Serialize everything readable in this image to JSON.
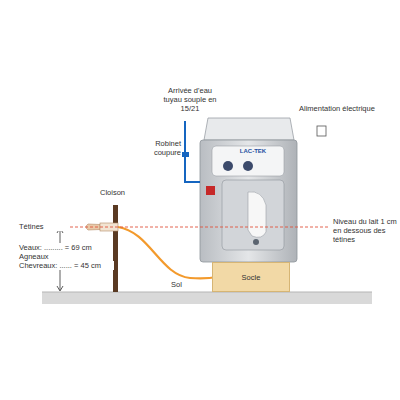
{
  "diagram": {
    "nodes": [
      {
        "text": [
          "Socle"
        ]
      }
    ],
    "labels": [
      "Arrivée d'eau tuyau souple en 15/21",
      "Robinet coupure",
      "Alimentation électrique",
      "Cloison",
      "Tétines",
      "Veaux: ......... = 69 cm",
      "Agneaux",
      "Chevreaux: ...... = 45 cm",
      "Niveau du lait 1 cm en dessous des tétines",
      "Sol",
      "LAC-TEK"
    ]
  }
}
